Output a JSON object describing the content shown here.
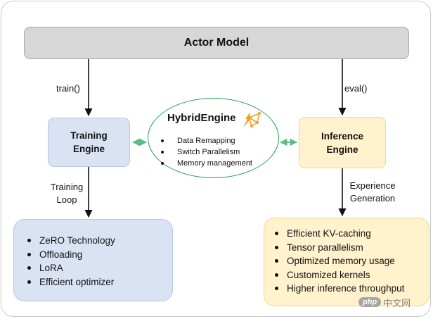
{
  "actor": {
    "label": "Actor Model"
  },
  "arrows": {
    "train": "train()",
    "eval": "eval()"
  },
  "training_engine": {
    "line1": "Training",
    "line2": "Engine"
  },
  "inference_engine": {
    "line1": "Inference",
    "line2": "Engine"
  },
  "hybrid": {
    "title": "HybridEngine",
    "items": [
      "Data Remapping",
      "Switch Parallelism",
      "Memory management"
    ]
  },
  "training_loop": {
    "line1": "Training",
    "line2": "Loop"
  },
  "experience": {
    "line1": "Experience",
    "line2": "Generation"
  },
  "training_features": [
    "ZeRO Technology",
    "Offloading",
    "LoRA",
    "Efficient optimizer"
  ],
  "inference_features": [
    "Efficient KV-caching",
    "Tensor parallelism",
    "Optimized memory usage",
    "Customized kernels",
    "Higher inference throughput"
  ],
  "watermark": {
    "badge": "php",
    "text": "中文网"
  },
  "colors": {
    "blue_fill": "#dae3f4",
    "yellow_fill": "#fff2cc",
    "gray_fill": "#d7d7d7",
    "green": "#27a35a",
    "green_arrow": "#5dbb87",
    "spark": "#f0a020"
  }
}
